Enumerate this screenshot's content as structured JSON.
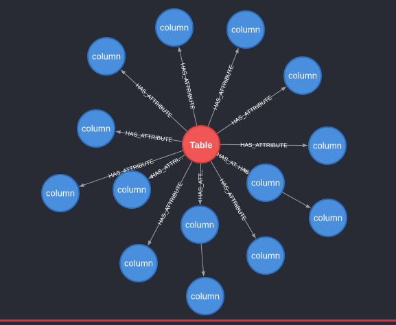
{
  "graph": {
    "colors": {
      "background": "#282b33",
      "column_node": "#4a8ede",
      "column_node_border": "#2e6fbd",
      "table_node": "#f05656",
      "table_node_border": "#d43c3c",
      "edge": "#9a9ea6",
      "label_text": "#ffffff",
      "bottom_bar": "#e0303a"
    },
    "center_node": {
      "label": "Table"
    },
    "column_nodes": [
      {
        "label": "column"
      },
      {
        "label": "column"
      },
      {
        "label": "column"
      },
      {
        "label": "column"
      },
      {
        "label": "column"
      },
      {
        "label": "column"
      },
      {
        "label": "column"
      },
      {
        "label": "column"
      },
      {
        "label": "column"
      },
      {
        "label": "column"
      },
      {
        "label": "column"
      },
      {
        "label": "column"
      },
      {
        "label": "column"
      },
      {
        "label": "column"
      }
    ],
    "edges": [
      {
        "label": "HAS_ATTRIBUTE"
      },
      {
        "label": "HAS_ATTRIBUTE"
      },
      {
        "label": "HAS_ATTRIBUTE"
      },
      {
        "label": "HAS_ATTRIBUTE"
      },
      {
        "label": "HAS_ATTRIBUTE"
      },
      {
        "label": "HAS_ATTRIBUTE"
      },
      {
        "label": "HAS_AT..HAS"
      },
      {
        "label": "HAS_ATTRIBUTE"
      },
      {
        "label": "HAS_ATT..."
      },
      {
        "label": "HAS_ATTRIBUTE"
      },
      {
        "label": "HAS_ATTRI..."
      },
      {
        "label": "HAS_ATTRIBUTE"
      },
      {
        "label": "HAS_ATTRIBUTE"
      },
      {
        "label": ""
      },
      {
        "label": ""
      }
    ]
  }
}
